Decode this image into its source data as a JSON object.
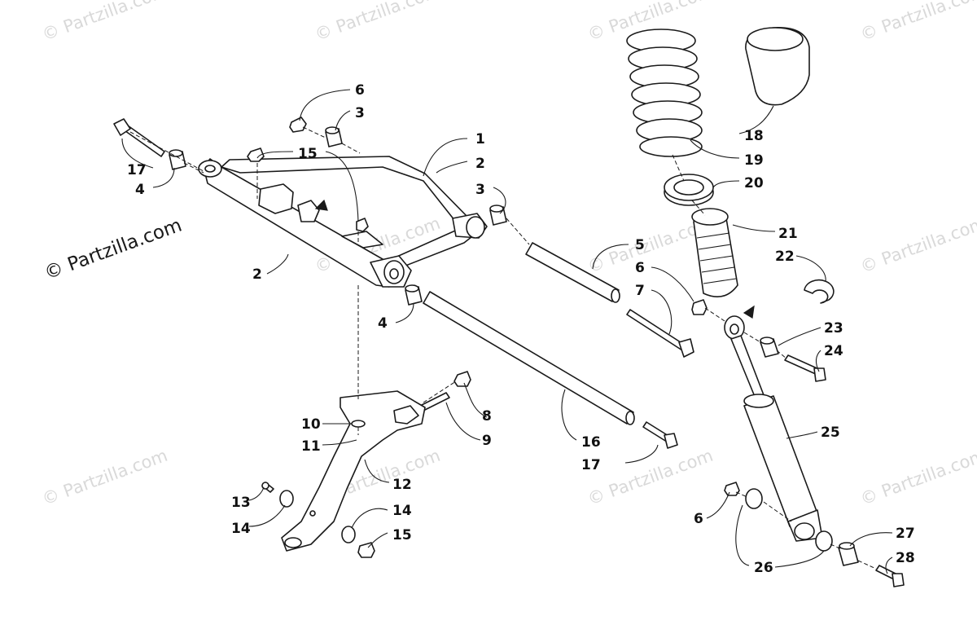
{
  "brand_label": "© Partzilla.com",
  "watermark_text": "© Partzilla.com",
  "callouts": [
    "1",
    "2",
    "3",
    "2",
    "3",
    "4",
    "4",
    "5",
    "6",
    "6",
    "7",
    "8",
    "9",
    "10",
    "11",
    "12",
    "13",
    "14",
    "14",
    "15",
    "15",
    "16",
    "17",
    "17",
    "18",
    "19",
    "20",
    "21",
    "22",
    "23",
    "24",
    "25",
    "6",
    "26",
    "27",
    "28"
  ]
}
